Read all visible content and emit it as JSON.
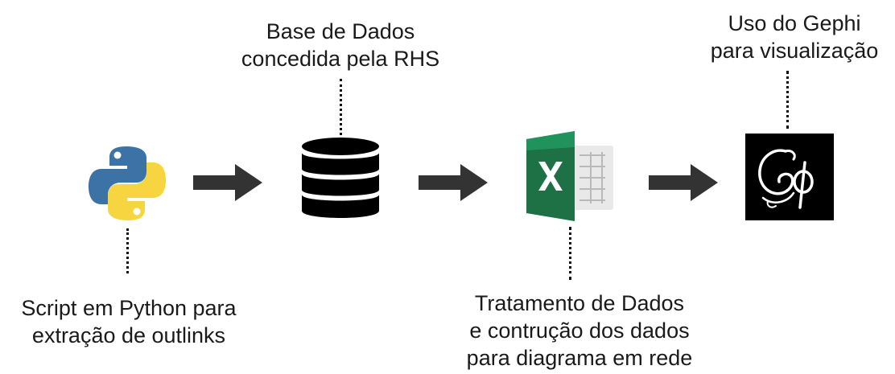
{
  "steps": [
    {
      "icon": "python-logo-icon",
      "label_lines": [
        "Script em Python para",
        "extração de outlinks"
      ]
    },
    {
      "icon": "database-icon",
      "label_lines": [
        "Base de Dados",
        "concedida pela RHS"
      ]
    },
    {
      "icon": "excel-icon",
      "label_lines": [
        "Tratamento de Dados",
        "e contrução dos dados",
        "para diagrama em rede"
      ]
    },
    {
      "icon": "gephi-logo-icon",
      "label_lines": [
        "Uso do Gephi",
        "para visualização"
      ]
    }
  ],
  "colors": {
    "python_blue": "#3b73a6",
    "python_yellow": "#f7d540",
    "database": "#000000",
    "excel_green": "#1e7145",
    "excel_light_green": "#21a366",
    "gephi_bg": "#000000",
    "arrow": "#333333"
  }
}
